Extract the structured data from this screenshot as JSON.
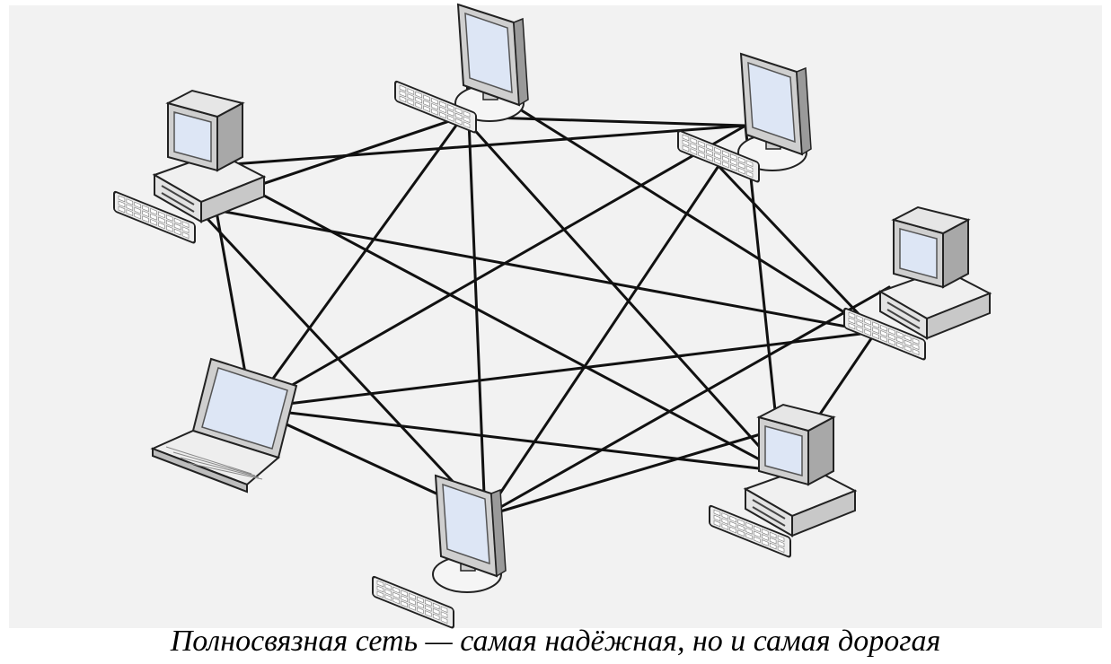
{
  "caption": "Полносвязная сеть — самая надёжная, но и самая дорогая",
  "topology": "full-mesh",
  "colors": {
    "background": "#f2f2f2",
    "link": "#111111",
    "screen": "#dde6f5",
    "case": "#e3e3e3",
    "outline": "#222222"
  },
  "nodes": [
    {
      "id": "node-1",
      "device": "desktop-pc",
      "icon": "desktop-computer-icon"
    },
    {
      "id": "node-2",
      "device": "monitor",
      "icon": "monitor-icon"
    },
    {
      "id": "node-3",
      "device": "monitor",
      "icon": "monitor-icon"
    },
    {
      "id": "node-4",
      "device": "desktop-pc",
      "icon": "desktop-computer-icon"
    },
    {
      "id": "node-5",
      "device": "desktop-pc",
      "icon": "desktop-computer-icon"
    },
    {
      "id": "node-6",
      "device": "monitor",
      "icon": "monitor-icon"
    },
    {
      "id": "node-7",
      "device": "laptop",
      "icon": "laptop-icon"
    }
  ]
}
